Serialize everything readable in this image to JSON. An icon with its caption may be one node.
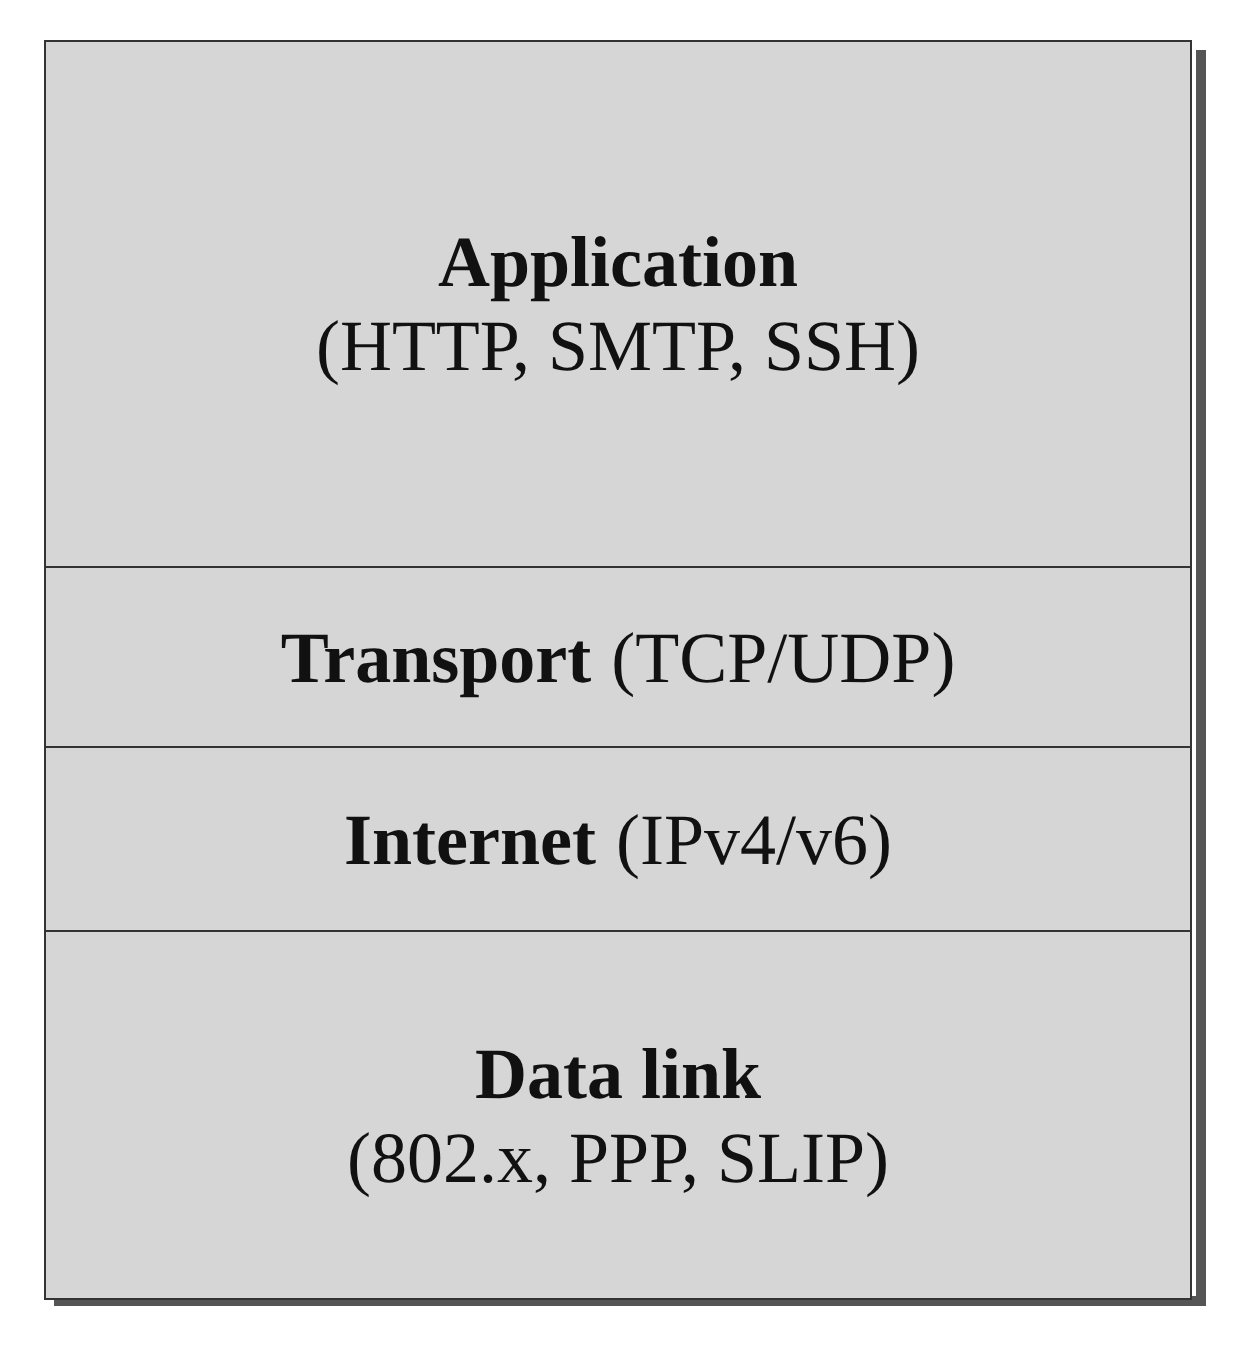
{
  "diagram": {
    "nodes": [
      {
        "text": [
          "Application",
          "(HTTP, SMTP, SSH)"
        ]
      },
      {
        "text": [
          "Transport",
          "(TCP/UDP)"
        ]
      },
      {
        "text": [
          "Internet",
          "(IPv4/v6)"
        ]
      },
      {
        "text": [
          "Data link",
          "(802.x, PPP, SLIP)"
        ]
      }
    ]
  }
}
